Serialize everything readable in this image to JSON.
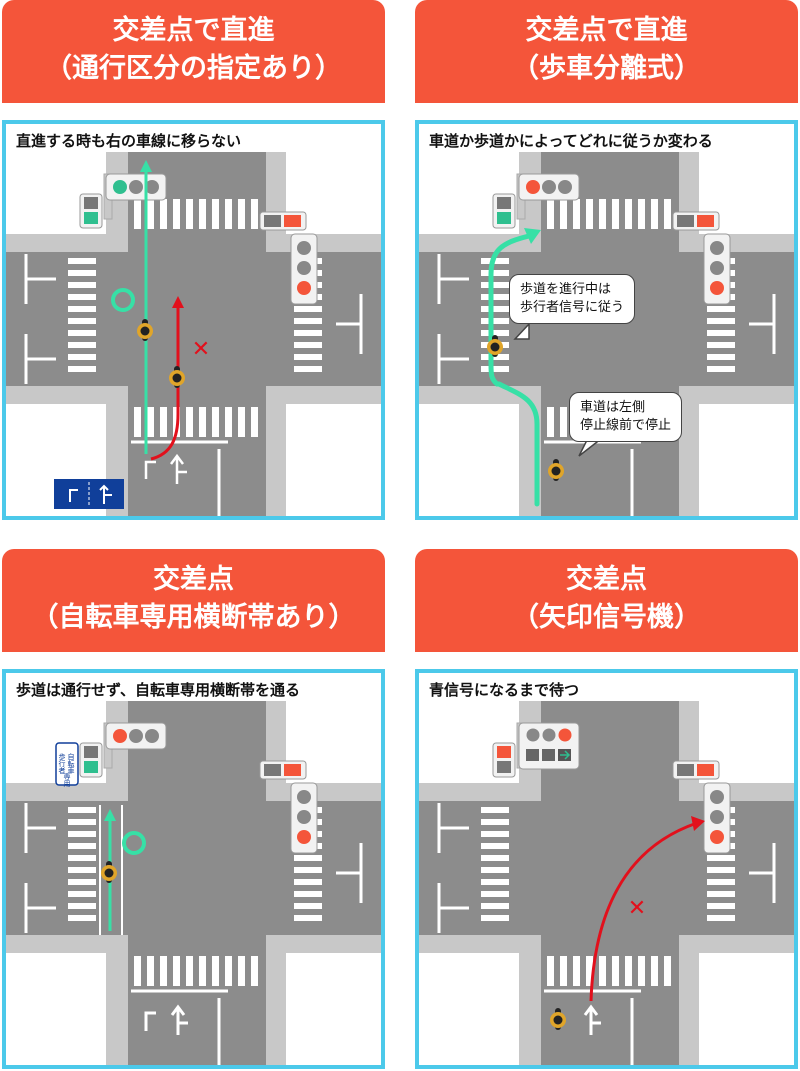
{
  "panels": [
    {
      "title_line1": "交差点で直進",
      "title_line2": "（通行区分の指定あり）",
      "caption": "直進する時も右の車線に移らない",
      "mark_ok": "○",
      "mark_ng": "✕"
    },
    {
      "title_line1": "交差点で直進",
      "title_line2": "（歩車分離式）",
      "caption": "車道か歩道かによってどれに従うか変わる",
      "bubble1_line1": "歩道を進行中は",
      "bubble1_line2": "歩行者信号に従う",
      "bubble2_line1": "車道は左側",
      "bubble2_line2": "停止線前で停止"
    },
    {
      "title_line1": "交差点",
      "title_line2": "（自転車専用横断帯あり）",
      "caption": "歩道は通行せず、自転車専用横断帯を通る",
      "sign_line1": "歩行者",
      "sign_line2": "自転車",
      "sign_line3": "専用",
      "mark_ok": "○"
    },
    {
      "title_line1": "交差点",
      "title_line2": "（矢印信号機）",
      "caption": "青信号になるまで待つ",
      "mark_ng": "✕"
    }
  ],
  "colors": {
    "header": "#f4553a",
    "frame": "#4cc9ea",
    "road": "#8c8c8c",
    "sidewalk": "#c8c8c8",
    "green_path": "#37e0a6",
    "red_path": "#e2101c",
    "signal_red": "#f4553a",
    "signal_green": "#2fbf8f",
    "sign_blue": "#103f9a"
  }
}
